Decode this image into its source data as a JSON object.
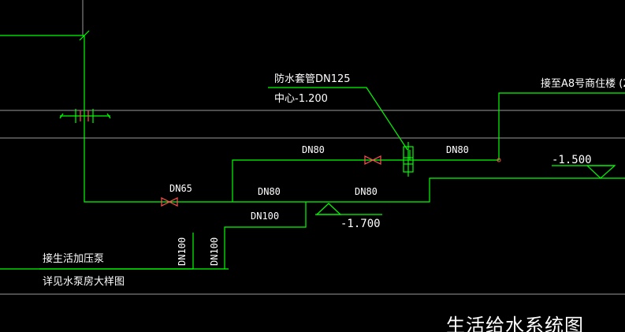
{
  "labels": {
    "sleeve": "防水套管DN125",
    "center": "中心-1.200",
    "to_building": "接至A8号商住楼 (2",
    "pump_1": "接生活加压泵",
    "pump_2": "详见水泵房大样图",
    "title": "生活给水系统图",
    "dn80_top_left": "DN80",
    "dn80_top_right": "DN80",
    "dn65": "DN65",
    "dn80_mid_left": "DN80",
    "dn80_mid_right": "DN80",
    "dn100_horizontal": "DN100",
    "dn100_vertical_1": "DN100",
    "dn100_vertical_2": "DN100",
    "elev_1500": "-1.500",
    "elev_1700": "-1.700"
  },
  "colors": {
    "background": "#000000",
    "pipe": "#00ff00",
    "grid_line": "#9a9a9a",
    "valve": "#ff5050",
    "text": "#ffffff"
  }
}
